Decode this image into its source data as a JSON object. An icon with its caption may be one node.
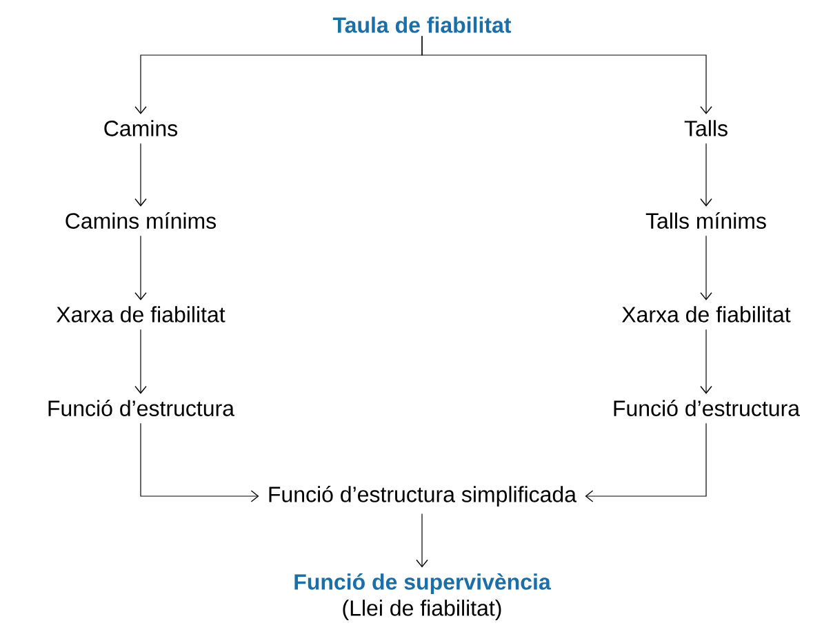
{
  "diagram": {
    "nodes": [
      {
        "text": [
          "Taula de fiabilitat"
        ]
      },
      {
        "text": [
          "Camins"
        ]
      },
      {
        "text": [
          "Talls"
        ]
      },
      {
        "text": [
          "Camins mínims"
        ]
      },
      {
        "text": [
          "Talls mínims"
        ]
      },
      {
        "text": [
          "Xarxa de fiabilitat"
        ]
      },
      {
        "text": [
          "Xarxa de fiabilitat"
        ]
      },
      {
        "text": [
          "Funció d’estructura"
        ]
      },
      {
        "text": [
          "Funció d’estructura"
        ]
      },
      {
        "text": [
          "Funció d’estructura simplificada"
        ]
      },
      {
        "text": [
          "Funció de supervivència",
          "(Llei de fiabilitat)"
        ]
      }
    ],
    "edges": [
      {
        "from": 0,
        "to": 1,
        "arrow": "to"
      },
      {
        "from": 0,
        "to": 2,
        "arrow": "to"
      },
      {
        "from": 1,
        "to": 3,
        "arrow": "to"
      },
      {
        "from": 3,
        "to": 5,
        "arrow": "to"
      },
      {
        "from": 5,
        "to": 7,
        "arrow": "to"
      },
      {
        "from": 2,
        "to": 4,
        "arrow": "to"
      },
      {
        "from": 4,
        "to": 6,
        "arrow": "to"
      },
      {
        "from": 6,
        "to": 8,
        "arrow": "to"
      },
      {
        "from": 7,
        "to": 9,
        "arrow": "to"
      },
      {
        "from": 8,
        "to": 9,
        "arrow": "to"
      },
      {
        "from": 9,
        "to": 10,
        "arrow": "to"
      }
    ]
  }
}
